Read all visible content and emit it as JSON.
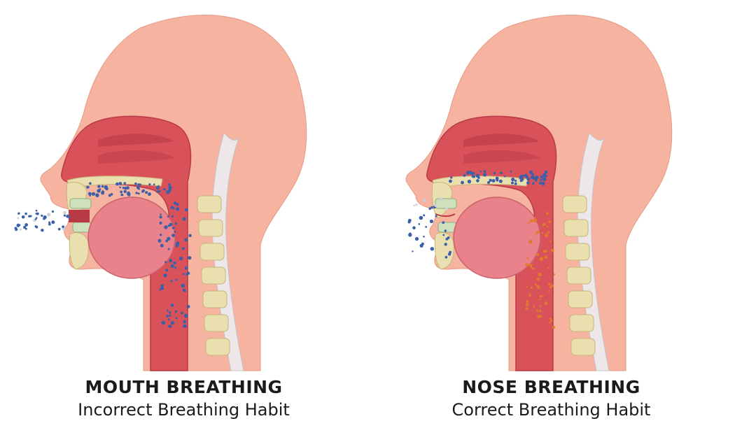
{
  "panels": [
    {
      "title": "MOUTH BREATHING",
      "subtitle": "Incorrect Breathing Habit",
      "airway": "mouth",
      "particle_color": "#3b5fa8",
      "mucus_color": null
    },
    {
      "title": "NOSE BREATHING",
      "subtitle": "Correct Breathing Habit",
      "airway": "nose",
      "particle_color": "#3b5fa8",
      "mucus_color": "#e07a2c"
    }
  ],
  "colors": {
    "skin": "#f6b3a0",
    "skin_edge": "#e69984",
    "throat": "#d9525a",
    "throat_dark": "#b83a45",
    "tongue": "#e9828a",
    "bone": "#eadfae",
    "spine_cord": "#ede7ea",
    "teeth": "#cfe0bd"
  }
}
